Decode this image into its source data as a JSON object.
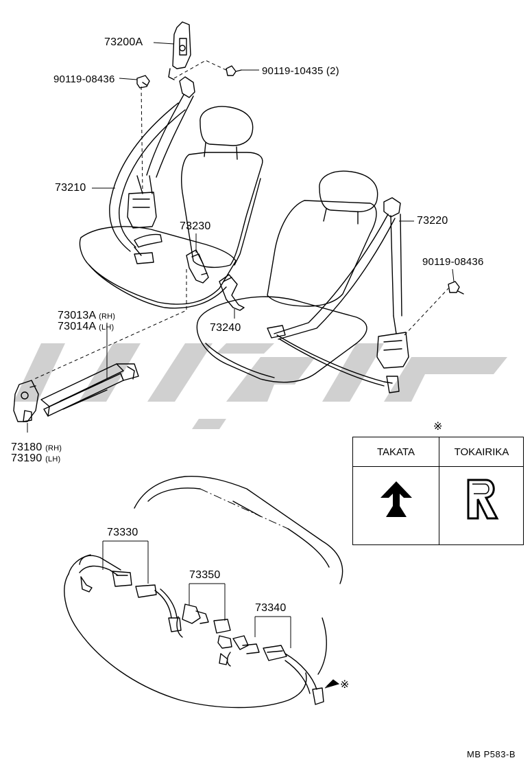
{
  "parts": {
    "p73200A": "73200A",
    "p90119_08436_top": "90119-08436",
    "p90119_10435": "90119-10435 (2)",
    "p73210": "73210",
    "p73230": "73230",
    "p73220": "73220",
    "p90119_08436_right": "90119-08436",
    "p73240": "73240",
    "p73013A": "73013A",
    "p73014A": "73014A",
    "p73180": "73180",
    "p73190": "73190",
    "p73330": "73330",
    "p73350": "73350",
    "p73340": "73340"
  },
  "side_tags": {
    "rh": "(RH)",
    "lh": "(LH)"
  },
  "legend": {
    "mark": "※",
    "col1": "TAKATA",
    "col2": "TOKAIRIKA"
  },
  "callout_mark": "※",
  "footer_code": "MB P583-B",
  "colors": {
    "line": "#000000",
    "watermark": "#c8c8c8"
  }
}
